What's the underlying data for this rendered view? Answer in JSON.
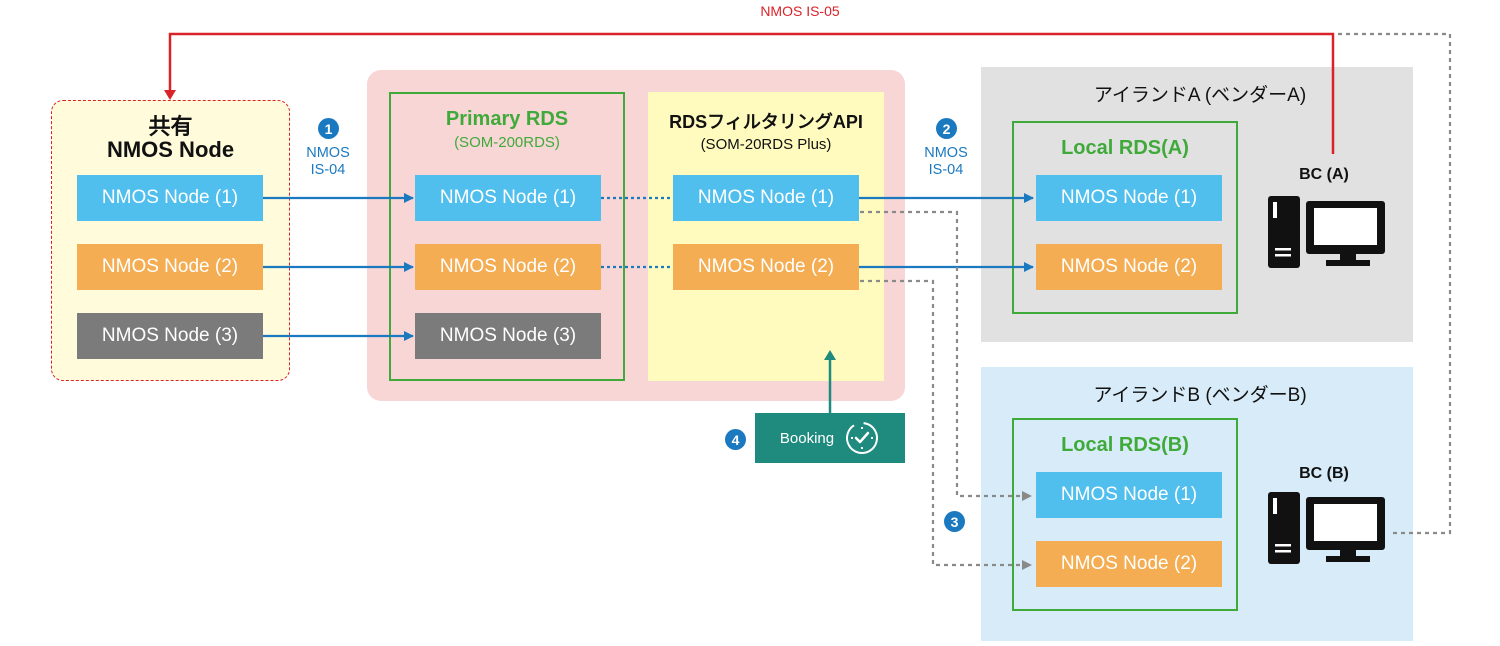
{
  "top_link_label": "NMOS IS-05",
  "shared": {
    "title_line1": "共有",
    "title_line2": "NMOS Node",
    "nodes": [
      "NMOS Node (1)",
      "NMOS Node (2)",
      "NMOS Node (3)"
    ]
  },
  "step1": {
    "number": "1",
    "label_line1": "NMOS",
    "label_line2": "IS-04"
  },
  "primary": {
    "title": "Primary RDS",
    "subtitle": "(SOM-200RDS)",
    "nodes": [
      "NMOS Node (1)",
      "NMOS Node (2)",
      "NMOS Node (3)"
    ]
  },
  "filter": {
    "title": "RDSフィルタリングAPI",
    "subtitle": "(SOM-20RDS Plus)",
    "nodes": [
      "NMOS Node (1)",
      "NMOS Node (2)"
    ]
  },
  "step2": {
    "number": "2",
    "label_line1": "NMOS",
    "label_line2": "IS-04"
  },
  "step3": {
    "number": "3"
  },
  "step4": {
    "number": "4"
  },
  "booking": {
    "label": "Booking",
    "icon": "clock-check-icon"
  },
  "island_a": {
    "title": "アイランドA (ベンダーA)",
    "local_title": "Local RDS(A)",
    "nodes": [
      "NMOS Node (1)",
      "NMOS Node (2)"
    ],
    "bc_label": "BC (A)"
  },
  "island_b": {
    "title": "アイランドB (ベンダーB)",
    "local_title": "Local RDS(B)",
    "nodes": [
      "NMOS Node (1)",
      "NMOS Node (2)"
    ],
    "bc_label": "BC (B)"
  },
  "colors": {
    "blue_node": "#50bfee",
    "orange_node": "#f4ad52",
    "gray_node": "#7b7b7b",
    "arrow_blue": "#1b79c0",
    "arrow_red": "#d9232a",
    "green_border": "#3faa3a",
    "booking_teal": "#1f8a7e"
  }
}
